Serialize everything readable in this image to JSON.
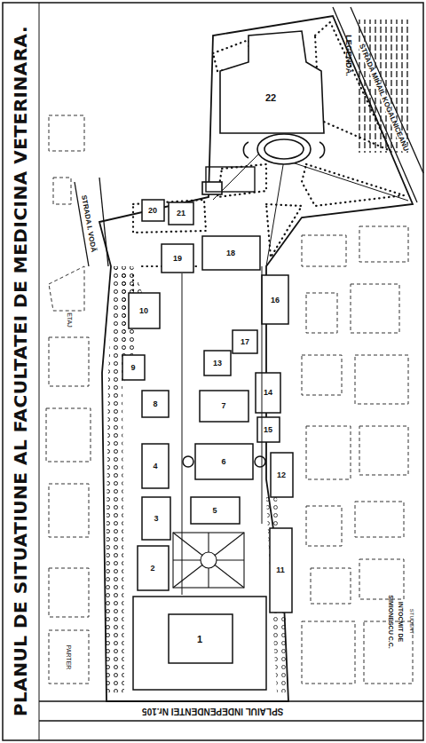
{
  "diagram": {
    "title": "PLANUL DE SITUATIUNE AL FACULTATEI DE MEDICINA VETERINARA.",
    "labels": [
      "LEGENDA.",
      "STRADA I. VODĂ",
      "STRADA MIHAIL KOGALNICEANU",
      "SPLAIUL INDEPENDENTEI Nr.105",
      "INTOCMIT DE",
      "SIMIONESCU C.C.",
      "STUDENT",
      "ETAJ",
      "PARTER",
      "1",
      "2",
      "3",
      "4",
      "5",
      "6",
      "7",
      "8",
      "9",
      "10",
      "11",
      "12",
      "13",
      "14",
      "15",
      "16",
      "17",
      "18",
      "19",
      "20",
      "21",
      "22"
    ]
  }
}
